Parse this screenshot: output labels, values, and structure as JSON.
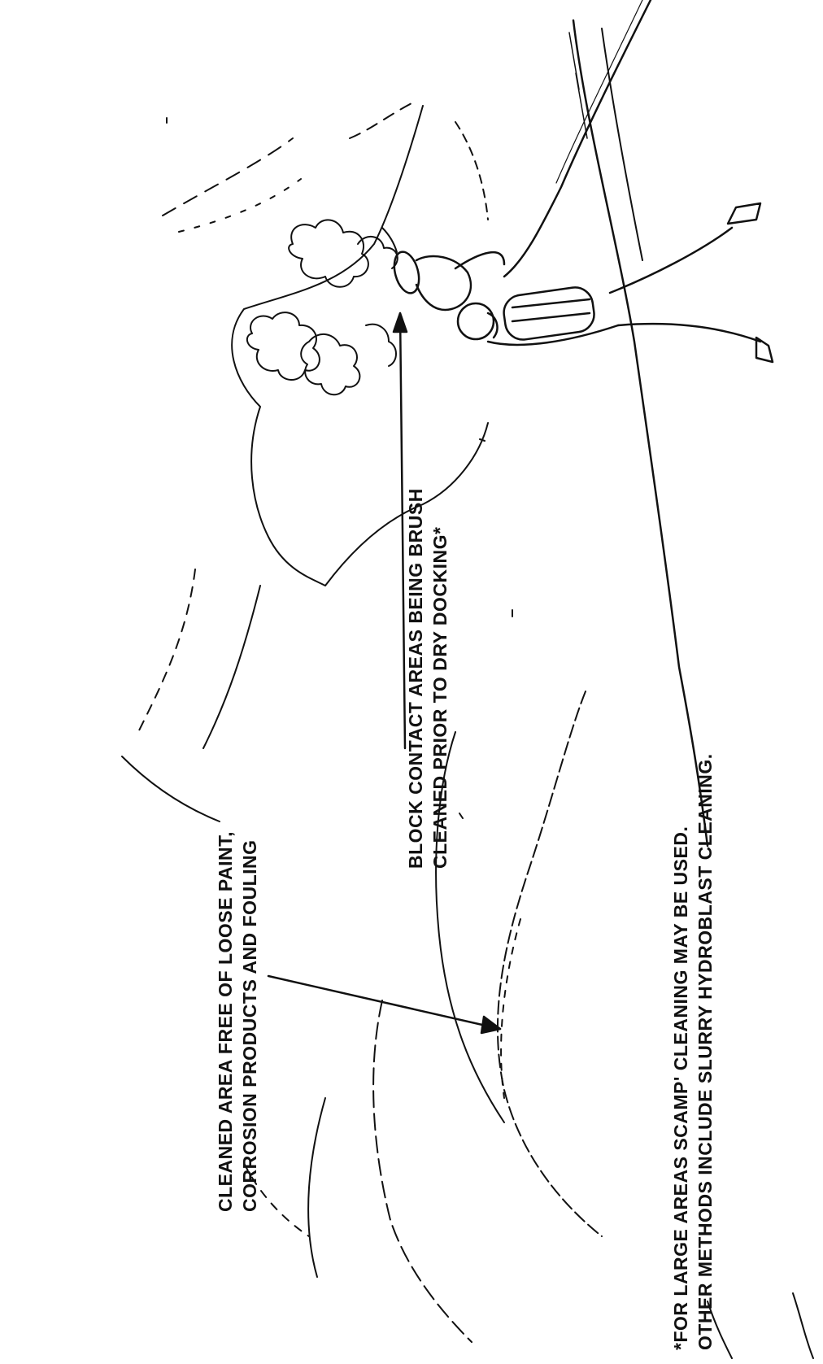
{
  "labels": {
    "cleaned_area": {
      "line1": "CLEANED AREA FREE OF LOOSE PAINT,",
      "line2": "CORROSION PRODUCTS AND FOULING"
    },
    "block_contact": {
      "line1": "BLOCK CONTACT AREAS BEING BRUSH",
      "line2": "CLEANED PRIOR TO DRY DOCKING*"
    },
    "footnote": {
      "line1": "*FOR LARGE AREAS SCAMP' CLEANING MAY BE USED.",
      "line2": "OTHER METHODS INCLUDE SLURRY HYDROBLAST  CLEANING."
    }
  },
  "colors": {
    "ink": "#111111",
    "background": "#ffffff"
  }
}
